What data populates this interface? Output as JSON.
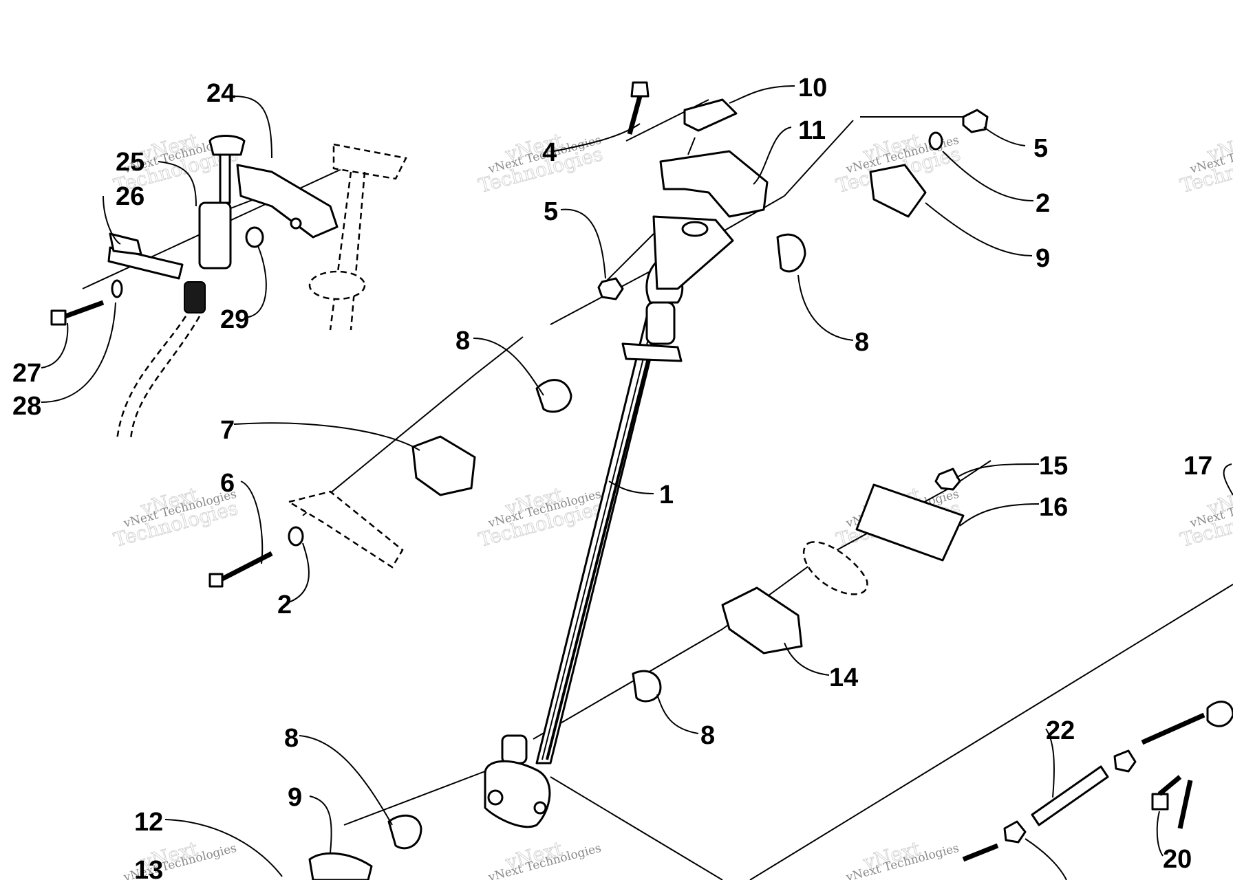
{
  "callouts": {
    "c24": "24",
    "c25": "25",
    "c26": "26",
    "c27": "27",
    "c28": "28",
    "c29": "29",
    "c4": "4",
    "c5a": "5",
    "c10": "10",
    "c11": "11",
    "c5b": "5",
    "c2a": "2",
    "c9a": "9",
    "c8a": "8",
    "c8b": "8",
    "c7": "7",
    "c6": "6",
    "c2b": "2",
    "c1": "1",
    "c15": "15",
    "c16": "16",
    "c17": "17",
    "c14": "14",
    "c8c": "8",
    "c8d": "8",
    "c9b": "9",
    "c12": "12",
    "c13": "13",
    "c22": "22",
    "c20": "20"
  },
  "watermark": {
    "line1": "vNext",
    "line2": "Technologies",
    "caption": "vNext Technologies"
  }
}
